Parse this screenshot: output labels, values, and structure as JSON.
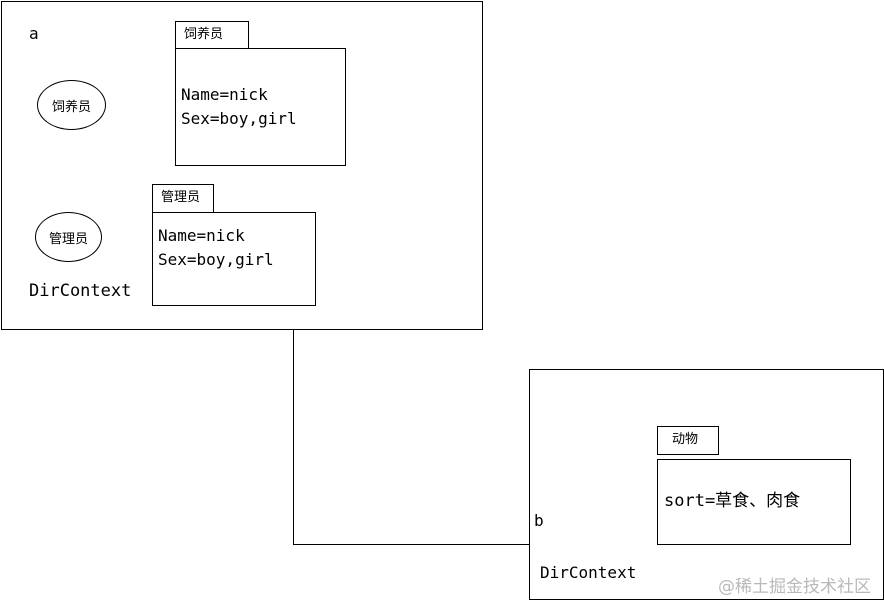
{
  "context_a": {
    "label": "a",
    "caption": "DirContext",
    "ellipse_keeper": "饲养员",
    "ellipse_admin": "管理员",
    "keeper_entry": {
      "tab": "饲养员",
      "line1": "Name=nick",
      "line2": "Sex=boy,girl"
    },
    "admin_entry": {
      "tab": "管理员",
      "line1": "Name=nick",
      "line2": "Sex=boy,girl"
    }
  },
  "context_b": {
    "label": "b",
    "caption": "DirContext",
    "animal_entry": {
      "tab": "动物",
      "line1": "sort=草食、肉食"
    }
  },
  "watermark": "@稀土掘金技术社区"
}
